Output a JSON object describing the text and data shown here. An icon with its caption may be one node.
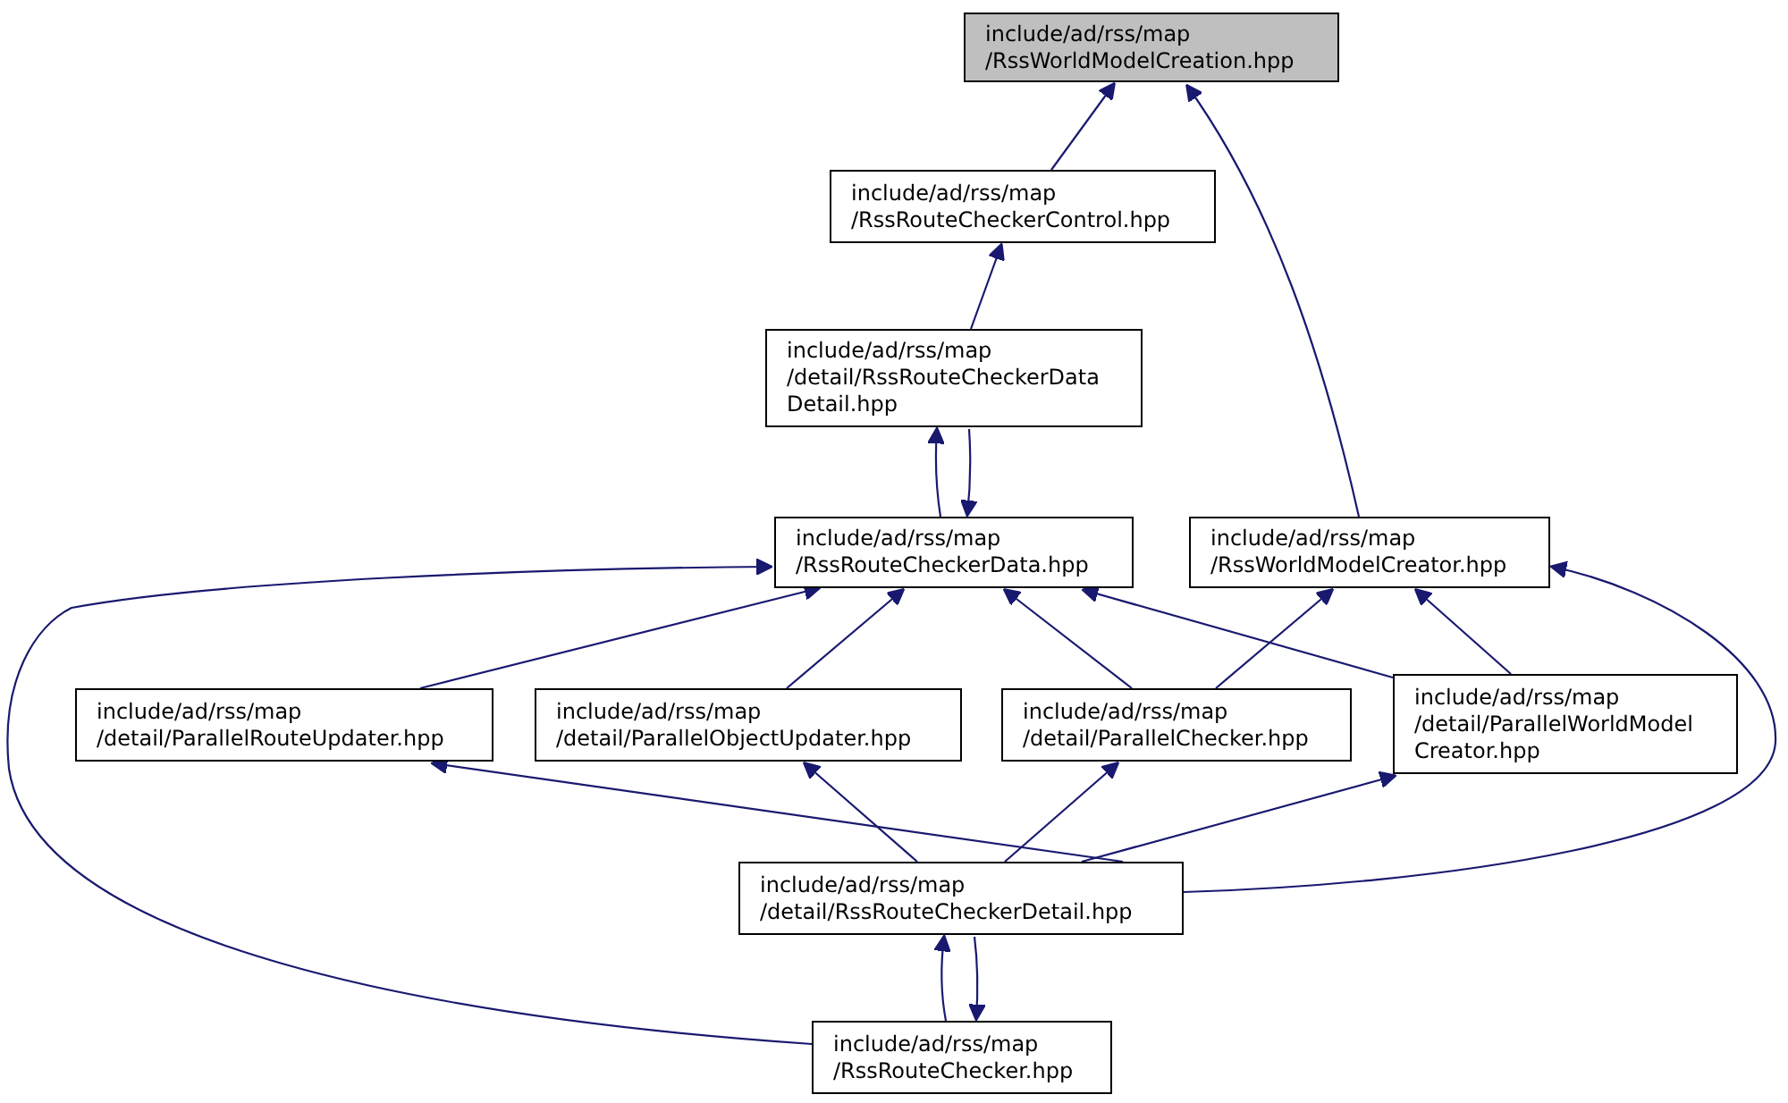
{
  "diagram": {
    "nodes": [
      {
        "text": [
          "include/ad/rss/map /RssWorldModelCreation.hpp"
        ]
      },
      {
        "text": [
          "include/ad/rss/map /RssRouteCheckerControl.hpp"
        ]
      },
      {
        "text": [
          "include/ad/rss/map /detail/RssRouteCheckerData Detail.hpp"
        ]
      },
      {
        "text": [
          "include/ad/rss/map /RssRouteCheckerData.hpp"
        ]
      },
      {
        "text": [
          "include/ad/rss/map /RssWorldModelCreator.hpp"
        ]
      },
      {
        "text": [
          "include/ad/rss/map /detail/ParallelRouteUpdater.hpp"
        ]
      },
      {
        "text": [
          "include/ad/rss/map /detail/ParallelObjectUpdater.hpp"
        ]
      },
      {
        "text": [
          "include/ad/rss/map /detail/ParallelChecker.hpp"
        ]
      },
      {
        "text": [
          "include/ad/rss/map /detail/ParallelWorldModel Creator.hpp"
        ]
      },
      {
        "text": [
          "include/ad/rss/map /detail/RssRouteCheckerDetail.hpp"
        ]
      },
      {
        "text": [
          "include/ad/rss/map /RssRouteChecker.hpp"
        ]
      }
    ],
    "edges": [
      {
        "from": 1,
        "to": 0,
        "arrow": "to"
      },
      {
        "from": 4,
        "to": 0,
        "arrow": "to"
      },
      {
        "from": 2,
        "to": 1,
        "arrow": "to"
      },
      {
        "from": 3,
        "to": 2,
        "arrow": "to"
      },
      {
        "from": 2,
        "to": 3,
        "arrow": "to"
      },
      {
        "from": 10,
        "to": 3,
        "arrow": "to"
      },
      {
        "from": 5,
        "to": 3,
        "arrow": "to"
      },
      {
        "from": 6,
        "to": 3,
        "arrow": "to"
      },
      {
        "from": 7,
        "to": 3,
        "arrow": "to"
      },
      {
        "from": 8,
        "to": 3,
        "arrow": "to"
      },
      {
        "from": 7,
        "to": 4,
        "arrow": "to"
      },
      {
        "from": 8,
        "to": 4,
        "arrow": "to"
      },
      {
        "from": 9,
        "to": 4,
        "arrow": "to"
      },
      {
        "from": 9,
        "to": 5,
        "arrow": "to"
      },
      {
        "from": 9,
        "to": 6,
        "arrow": "to"
      },
      {
        "from": 9,
        "to": 7,
        "arrow": "to"
      },
      {
        "from": 9,
        "to": 8,
        "arrow": "to"
      },
      {
        "from": 10,
        "to": 9,
        "arrow": "to"
      },
      {
        "from": 9,
        "to": 10,
        "arrow": "to"
      }
    ]
  }
}
